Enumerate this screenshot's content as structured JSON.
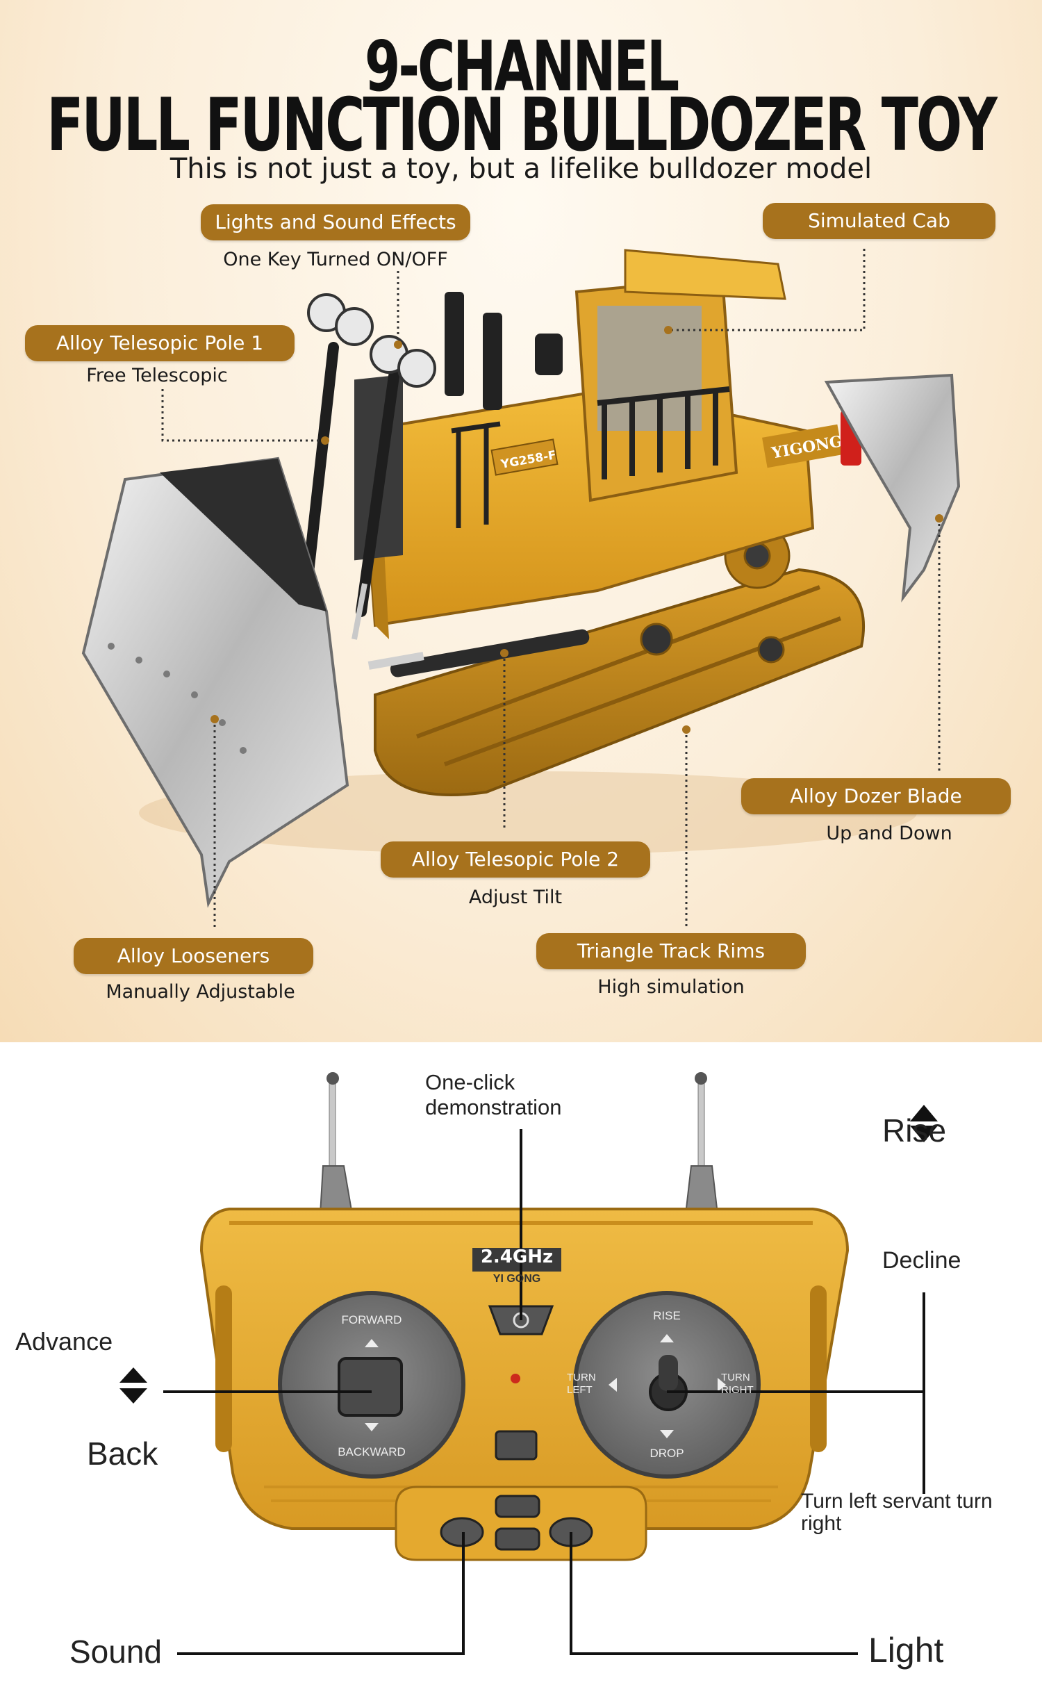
{
  "header": {
    "title_line1": "9-CHANNEL",
    "title_line2": "FULL FUNCTION BULLDOZER TOY",
    "subtitle": "This is not just a toy, but a lifelike bulldozer model"
  },
  "features": [
    {
      "label": "Lights and Sound Effects",
      "desc": "One Key Turned ON/OFF"
    },
    {
      "label": "Simulated Cab",
      "desc": ""
    },
    {
      "label": "Alloy Telesopic Pole 1",
      "desc": "Free Telescopic"
    },
    {
      "label": "Alloy Dozer Blade",
      "desc": "Up and Down"
    },
    {
      "label": "Alloy Telesopic Pole 2",
      "desc": "Adjust Tilt"
    },
    {
      "label": "Alloy Looseners",
      "desc": "Manually Adjustable"
    },
    {
      "label": "Triangle Track Rims",
      "desc": "High simulation"
    }
  ],
  "bulldozer": {
    "model_plate": "YG258-F",
    "brand_plate": "YIGONG"
  },
  "remote": {
    "freq_label": "2.4GHz",
    "brand_label": "YI GONG",
    "left_stick": {
      "up": "FORWARD",
      "down": "BACKWARD"
    },
    "right_stick": {
      "up": "RISE",
      "down": "DROP",
      "left": "TURN LEFT",
      "right": "TURN RIGHT"
    },
    "callouts": {
      "demo": "One-click demonstration",
      "rise": "Rise",
      "decline": "Decline",
      "advance": "Advance",
      "back": "Back",
      "turn": "Turn left servant turn right",
      "sound": "Sound",
      "light": "Light"
    }
  },
  "colors": {
    "accent": "#a7721d",
    "machine_yellow": "#e4a526",
    "remote_yellow": "#e8b03a"
  }
}
